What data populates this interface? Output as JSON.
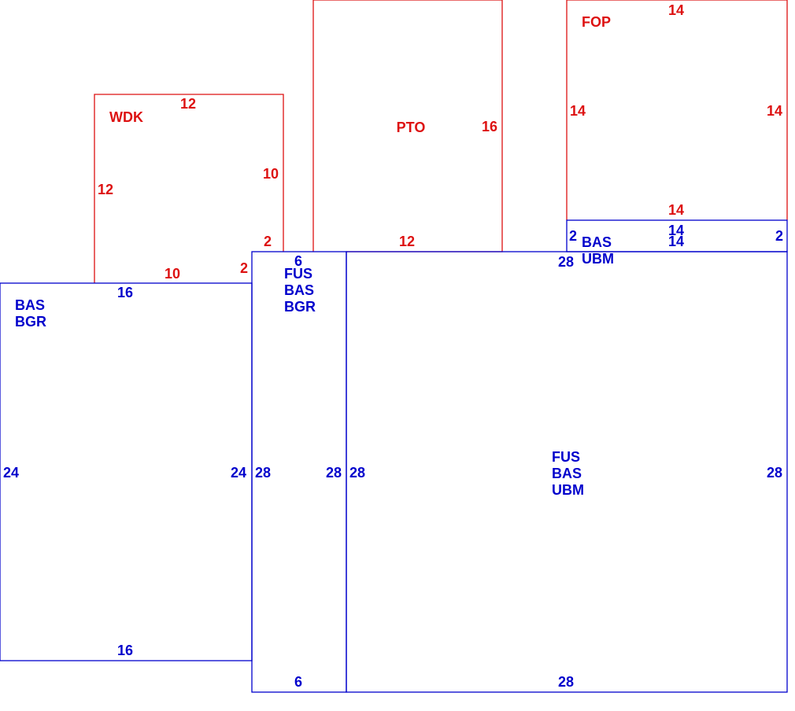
{
  "colors": {
    "living_area": "#0000cc",
    "exterior": "#dd1111"
  },
  "areas": {
    "wdk": {
      "code": "WDK",
      "top": "12",
      "left": "12",
      "right": "10",
      "right_notch": "2",
      "bottom": "10",
      "step": "2"
    },
    "pto": {
      "code": "PTO",
      "right": "16",
      "bottom": "12"
    },
    "fop": {
      "code": "FOP",
      "top": "14",
      "left": "14",
      "right": "14",
      "bottom": "14"
    },
    "bas_ubm_strip": {
      "lines": [
        "BAS",
        "UBM"
      ],
      "top": "14",
      "left": "2",
      "right": "2",
      "bottom": "14"
    },
    "bas_bgr": {
      "lines": [
        "BAS",
        "BGR"
      ],
      "top": "16",
      "left": "24",
      "right": "24",
      "bottom": "16"
    },
    "fus_bas_bgr": {
      "lines": [
        "FUS",
        "BAS",
        "BGR"
      ],
      "top": "6",
      "left": "28",
      "right": "28",
      "bottom": "6"
    },
    "fus_bas_ubm": {
      "lines": [
        "FUS",
        "BAS",
        "UBM"
      ],
      "top": "28",
      "left": "28",
      "right": "28",
      "bottom": "28"
    }
  }
}
